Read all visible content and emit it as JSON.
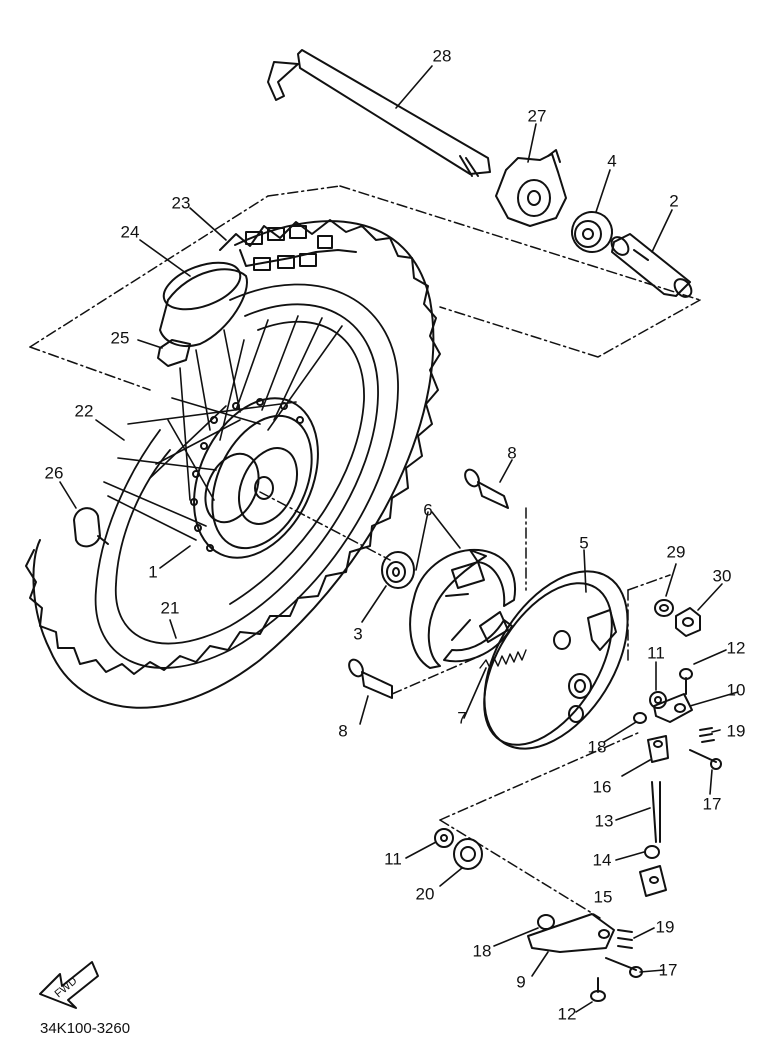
{
  "diagram_code": "34K100-3260",
  "fwd_badge": "FWD",
  "part_labels": [
    "28",
    "27",
    "4",
    "2",
    "23",
    "24",
    "25",
    "22",
    "26",
    "1",
    "21",
    "3",
    "6",
    "8",
    "5",
    "29",
    "30",
    "12",
    "11",
    "10",
    "19",
    "18",
    "16",
    "17",
    "13",
    "7",
    "8",
    "14",
    "15",
    "11",
    "20",
    "18",
    "19",
    "9",
    "17",
    "12"
  ]
}
